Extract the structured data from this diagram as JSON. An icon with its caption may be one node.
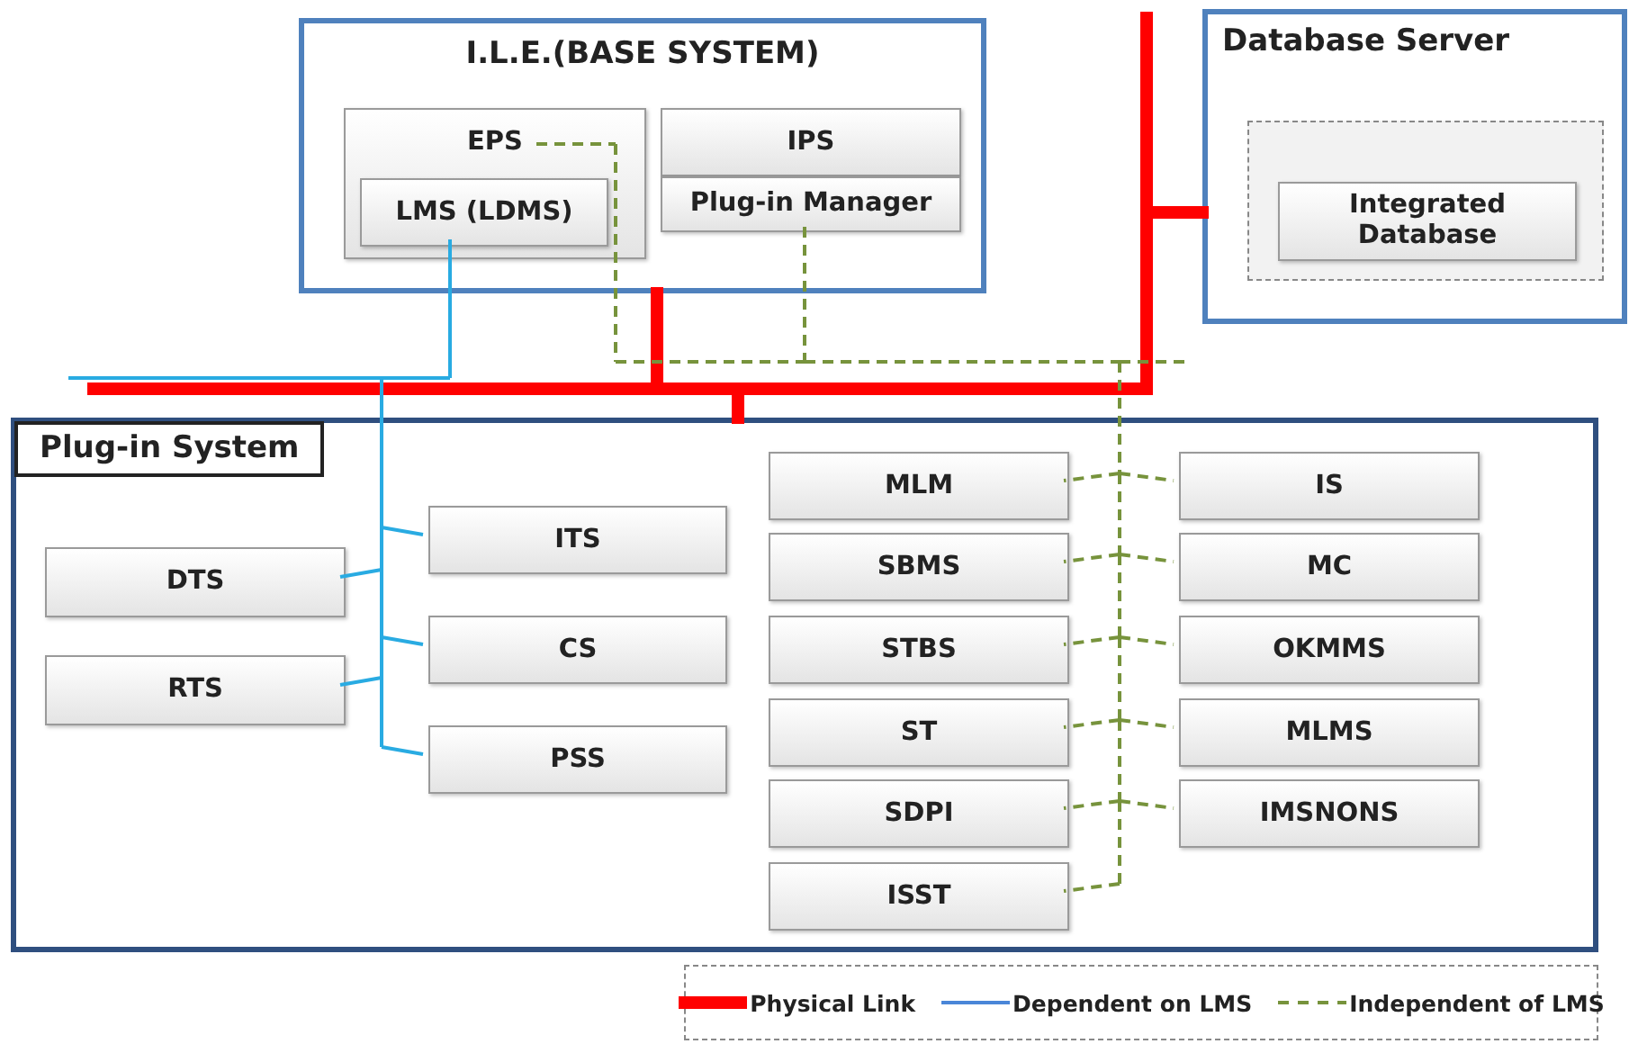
{
  "diagram": {
    "nodes": [
      {
        "text": [
          "I.L.E.(BASE SYSTEM)"
        ]
      },
      {
        "text": [
          "EPS"
        ],
        "in": 0
      },
      {
        "text": [
          "LMS (LDMS)"
        ],
        "in": 1
      },
      {
        "text": [
          "IPS"
        ],
        "in": 0
      },
      {
        "text": [
          "Plug-in Manager"
        ],
        "in": 0
      },
      {
        "text": [
          "Database Server"
        ]
      },
      {
        "text": [],
        "shape": "box",
        "in": 5
      },
      {
        "text": [
          "Integrated Database"
        ],
        "in": 6
      },
      {
        "text": [
          "Plug-in System"
        ]
      },
      {
        "text": [
          "DTS"
        ],
        "in": 8
      },
      {
        "text": [
          "RTS"
        ],
        "in": 8
      },
      {
        "text": [
          "ITS"
        ],
        "in": 8
      },
      {
        "text": [
          "CS"
        ],
        "in": 8
      },
      {
        "text": [
          "PSS"
        ],
        "in": 8
      },
      {
        "text": [
          "MLM"
        ],
        "in": 8
      },
      {
        "text": [
          "IS"
        ],
        "in": 8
      },
      {
        "text": [
          "SBMS"
        ],
        "in": 8
      },
      {
        "text": [
          "MC"
        ],
        "in": 8
      },
      {
        "text": [
          "STBS"
        ],
        "in": 8
      },
      {
        "text": [
          "OKMMS"
        ],
        "in": 8
      },
      {
        "text": [
          "ST"
        ],
        "in": 8
      },
      {
        "text": [
          "MLMS"
        ],
        "in": 8
      },
      {
        "text": [
          "SDPI"
        ],
        "in": 8
      },
      {
        "text": [
          "IMSNONS"
        ],
        "in": 8
      },
      {
        "text": [
          "ISST"
        ],
        "in": 8
      }
    ],
    "edges": [
      {
        "from": 0,
        "to": 8,
        "arrow": "none",
        "style": "thick",
        "color": "#ff0000"
      },
      {
        "from": 5,
        "to": 8,
        "arrow": "none",
        "style": "thick",
        "color": "#ff0000"
      },
      {
        "from": 0,
        "to": 5,
        "arrow": "none",
        "style": "thick",
        "color": "#ff0000"
      },
      {
        "from": 0,
        "to": null,
        "arrow": "none",
        "style": "thick",
        "color": "#ff0000"
      },
      {
        "from": 5,
        "to": null,
        "arrow": "none",
        "style": "thick",
        "color": "#ff0000"
      },
      {
        "from": 2,
        "to": 9,
        "arrow": "none",
        "color": "#29abe2"
      },
      {
        "from": 2,
        "to": 10,
        "arrow": "none",
        "color": "#29abe2"
      },
      {
        "from": 2,
        "to": 11,
        "arrow": "none",
        "color": "#29abe2"
      },
      {
        "from": 2,
        "to": 12,
        "arrow": "none",
        "color": "#29abe2"
      },
      {
        "from": 2,
        "to": 13,
        "arrow": "none",
        "color": "#29abe2"
      },
      {
        "from": 2,
        "to": null,
        "arrow": "none",
        "color": "#29abe2"
      },
      {
        "from": 1,
        "to": 14,
        "arrow": "none",
        "style": "dashed"
      },
      {
        "from": 1,
        "to": 15,
        "arrow": "none",
        "style": "dashed"
      },
      {
        "from": 1,
        "to": 16,
        "arrow": "none",
        "style": "dashed"
      },
      {
        "from": 1,
        "to": 17,
        "arrow": "none",
        "style": "dashed"
      },
      {
        "from": 1,
        "to": 18,
        "arrow": "none",
        "style": "dashed"
      },
      {
        "from": 1,
        "to": 19,
        "arrow": "none",
        "style": "dashed"
      },
      {
        "from": 1,
        "to": 20,
        "arrow": "none",
        "style": "dashed"
      },
      {
        "from": 1,
        "to": 21,
        "arrow": "none",
        "style": "dashed"
      },
      {
        "from": 1,
        "to": 22,
        "arrow": "none",
        "style": "dashed"
      },
      {
        "from": 1,
        "to": 23,
        "arrow": "none",
        "style": "dashed"
      },
      {
        "from": 1,
        "to": 24,
        "arrow": "none",
        "style": "dashed"
      },
      {
        "from": 4,
        "to": 14,
        "arrow": "none",
        "style": "dashed"
      },
      {
        "from": 4,
        "to": 15,
        "arrow": "none",
        "style": "dashed"
      },
      {
        "from": 4,
        "to": 16,
        "arrow": "none",
        "style": "dashed"
      },
      {
        "from": 4,
        "to": 17,
        "arrow": "none",
        "style": "dashed"
      },
      {
        "from": 4,
        "to": 18,
        "arrow": "none",
        "style": "dashed"
      },
      {
        "from": 4,
        "to": 19,
        "arrow": "none",
        "style": "dashed"
      },
      {
        "from": 4,
        "to": 20,
        "arrow": "none",
        "style": "dashed"
      },
      {
        "from": 4,
        "to": 21,
        "arrow": "none",
        "style": "dashed"
      },
      {
        "from": 4,
        "to": 22,
        "arrow": "none",
        "style": "dashed"
      },
      {
        "from": 4,
        "to": 23,
        "arrow": "none",
        "style": "dashed"
      },
      {
        "from": 4,
        "to": 24,
        "arrow": "none",
        "style": "dashed"
      },
      {
        "from": 1,
        "to": null,
        "arrow": "none",
        "style": "dashed"
      }
    ],
    "legend": [
      {
        "text": "Physical Link"
      },
      {
        "text": "Dependent on LMS"
      },
      {
        "text": "Independent of LMS"
      }
    ]
  }
}
